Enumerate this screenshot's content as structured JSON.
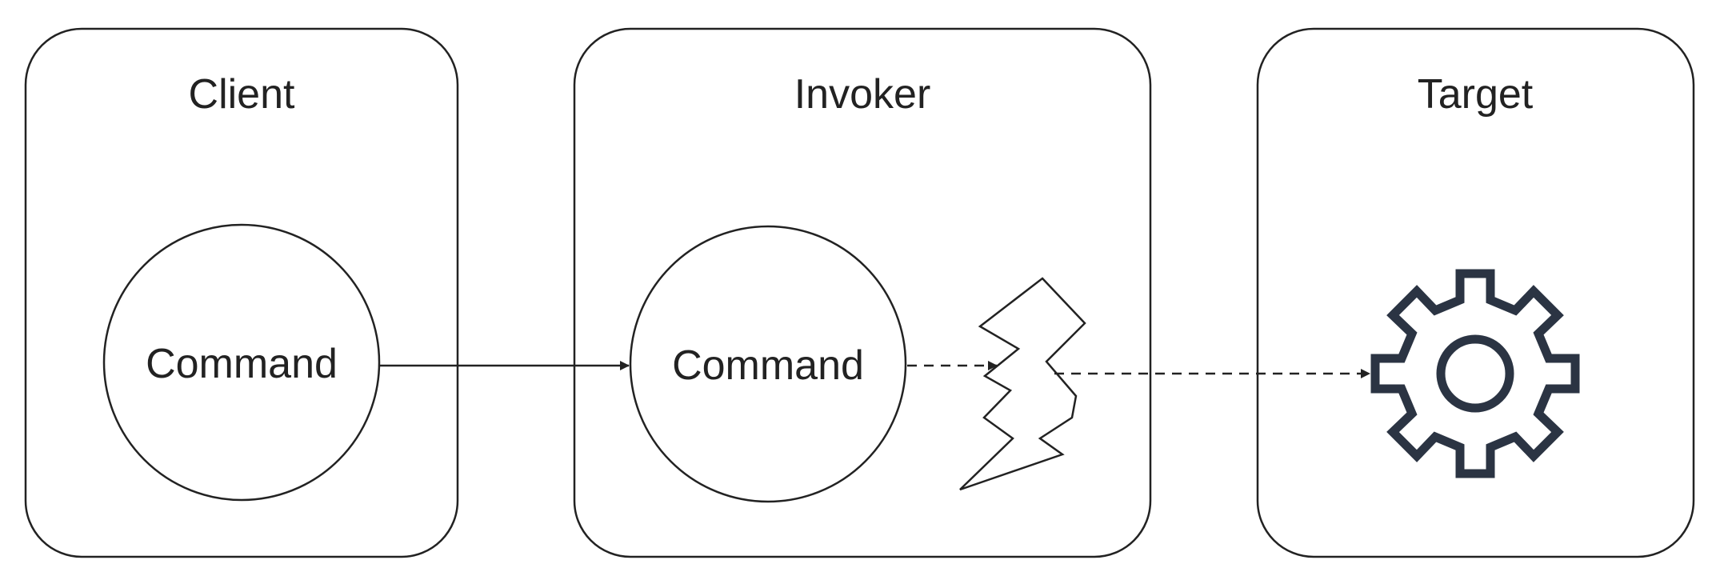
{
  "panels": {
    "client": {
      "title": "Client"
    },
    "invoker": {
      "title": "Invoker"
    },
    "target": {
      "title": "Target"
    }
  },
  "nodes": {
    "client_command": "Command",
    "invoker_command": "Command"
  },
  "icons": {
    "trigger": "lightning-bolt-icon",
    "target": "gear-icon",
    "gear_color": "#2b3443"
  }
}
